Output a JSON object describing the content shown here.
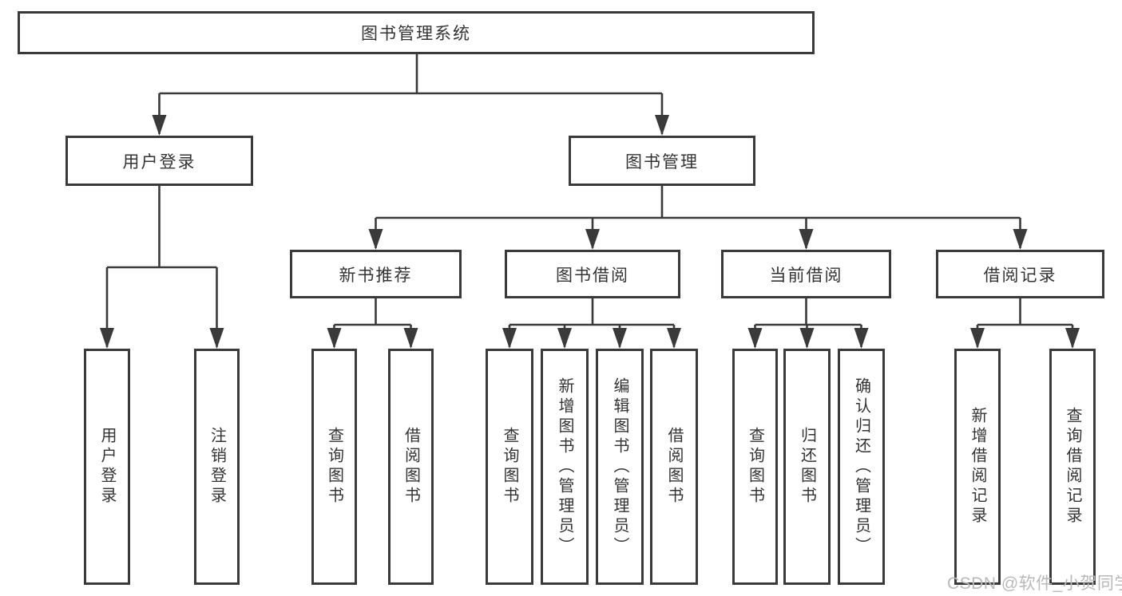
{
  "colors": {
    "line": "#3a3a3a",
    "box_border": "#3a3a3a",
    "text": "#333333",
    "watermark": "#b9b9b9",
    "background": "#ffffff"
  },
  "tree": {
    "root": {
      "label": "图书管理系统"
    },
    "level1": [
      {
        "label": "用户登录",
        "parent": "图书管理系统"
      },
      {
        "label": "图书管理",
        "parent": "图书管理系统"
      }
    ],
    "level2": [
      {
        "label": "新书推荐",
        "parent": "图书管理"
      },
      {
        "label": "图书借阅",
        "parent": "图书管理"
      },
      {
        "label": "当前借阅",
        "parent": "图书管理"
      },
      {
        "label": "借阅记录",
        "parent": "图书管理"
      }
    ],
    "leaves": [
      {
        "label": "用户登录",
        "parent": "用户登录"
      },
      {
        "label": "注销登录",
        "parent": "用户登录"
      },
      {
        "label": "查询图书",
        "parent": "新书推荐"
      },
      {
        "label": "借阅图书",
        "parent": "新书推荐"
      },
      {
        "label": "查询图书",
        "parent": "图书借阅"
      },
      {
        "label": "新增图书（管理员）",
        "parent": "图书借阅"
      },
      {
        "label": "编辑图书（管理员）",
        "parent": "图书借阅"
      },
      {
        "label": "借阅图书",
        "parent": "图书借阅"
      },
      {
        "label": "查询图书",
        "parent": "当前借阅"
      },
      {
        "label": "归还图书",
        "parent": "当前借阅"
      },
      {
        "label": "确认归还（管理员）",
        "parent": "当前借阅"
      },
      {
        "label": "新增借阅记录",
        "parent": "借阅记录"
      },
      {
        "label": "查询借阅记录",
        "parent": "借阅记录"
      }
    ]
  },
  "watermark": {
    "text": "CSDN @软件_小贺同学"
  }
}
